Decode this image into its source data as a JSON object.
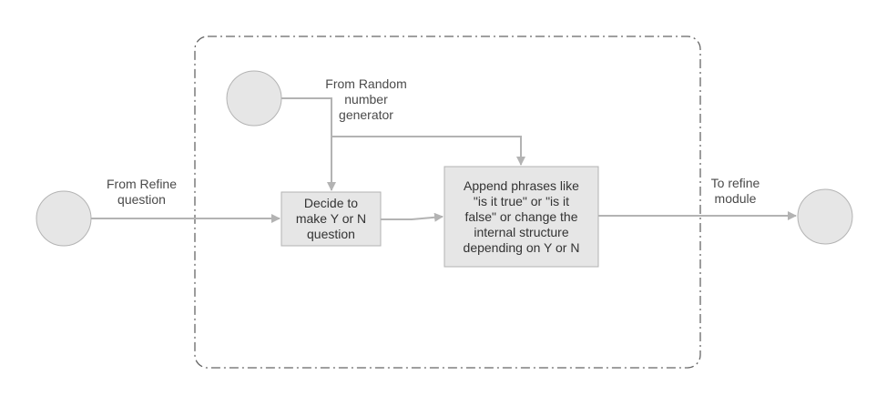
{
  "colors": {
    "node_fill": "#e6e6e6",
    "node_stroke": "#b3b3b3",
    "connector": "#b3b3b3",
    "container_border": "#666666",
    "text": "#333333"
  },
  "nodes": {
    "random_source": {
      "label": ""
    },
    "refine_question_source": {
      "label": ""
    },
    "refine_module_target": {
      "label": ""
    },
    "decide_box": {
      "text": "Decide to\nmake Y or N\nquestion"
    },
    "append_box": {
      "text": "Append phrases like\n\"is it true\" or \"is it\nfalse\" or change the\ninternal structure\ndepending on Y or N"
    }
  },
  "edge_labels": {
    "from_random": "From Random\nnumber\ngenerator",
    "from_refine": "From Refine\nquestion",
    "to_refine": "To refine\nmodule"
  }
}
